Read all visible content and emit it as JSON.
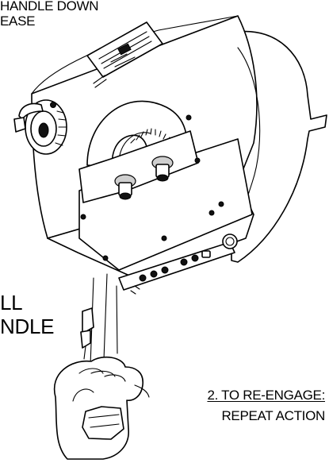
{
  "diagram": {
    "instruction_top": {
      "line1": "HANDLE DOWN",
      "line2": "EASE"
    },
    "instruction_pull": {
      "line1": "LL",
      "line2": "NDLE"
    },
    "step2": {
      "heading": "2. TO RE-ENGAGE:",
      "action": "REPEAT ACTION"
    }
  }
}
